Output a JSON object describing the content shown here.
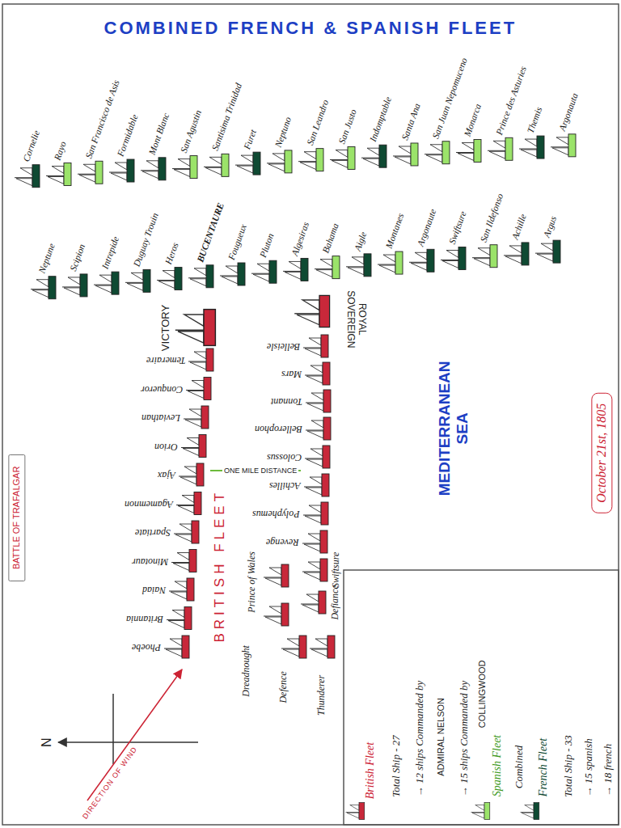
{
  "diagram": {
    "title": "BATTLE OF TRAFALGAR",
    "nodes": [
      {
        "text": [
          "October 21st, 1805"
        ]
      }
    ],
    "labels": [
      "COMBINED FRENCH & SPANISH FLEET",
      "MEDITERRANEAN SEA",
      "BRITISH FLEET",
      "ONE MILE DISTANCE",
      "DIRECTION OF WIND",
      "N",
      "Total Ship - 27",
      "→ 12 ships Commanded by",
      "ADMIRAL NELSON",
      "→ 15 ships Commanded by",
      "COLLINGWOOD",
      "Combined",
      "Total Ship - 33",
      "→ 15 spanish",
      "→ 18 french",
      "Cornelie",
      "Rayo",
      "San Francisco de Asis",
      "Formidable",
      "Mont Blanc",
      "San Agustin",
      "Santisima Trinidad",
      "Furet",
      "Neptuno",
      "San Leandro",
      "San Justo",
      "Indomptable",
      "Santa Ana",
      "San Juan Nepomuceno",
      "Monarca",
      "Prince des Asturies",
      "Themis",
      "Argonauta",
      "Neptune",
      "Scipion",
      "Intrepide",
      "Duguay Trouin",
      "Heros",
      "BUCENTAURE",
      "Fougueux",
      "Pluton",
      "Algesiras",
      "Bahama",
      "Aigle",
      "Montanes",
      "Argonaute",
      "Swiftsure",
      "San Ildefonso",
      "Achille",
      "Argus",
      "VICTORY",
      "Temeraire",
      "Conqueror",
      "Leviathan",
      "Orion",
      "Ajax",
      "Agamemnon",
      "Spartiate",
      "Minotaur",
      "Naiad",
      "Britannia",
      "Phoebe",
      "ROYAL SOVEREIGN",
      "Belleisle",
      "Mars",
      "Tonnant",
      "Bellerophon",
      "Colossus",
      "Achilles",
      "Polyphemus",
      "Revenge",
      "Swiftsure",
      "Defiance",
      "Prince of Wales",
      "Dreadnought",
      "Defence",
      "Thunderer"
    ],
    "legend": [
      {
        "text": "British Fleet",
        "color": "#c8283a"
      },
      {
        "text": "Spanish Fleet",
        "color": "#9be36a"
      },
      {
        "text": "French Fleet",
        "color": "#0f4a33"
      }
    ]
  }
}
